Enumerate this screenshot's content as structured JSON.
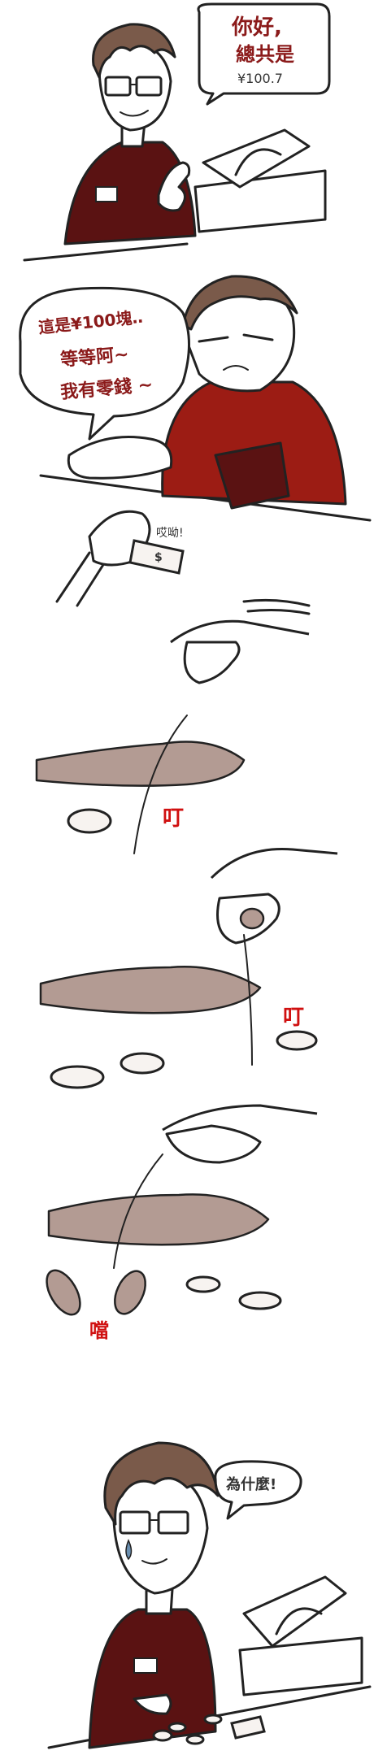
{
  "panel1": {
    "bubble_line1": "你好,",
    "bubble_line2": "總共是",
    "bubble_line3": "¥100.7"
  },
  "panel2": {
    "bubble_line1": "這是¥100塊‥",
    "bubble_line2": "等等阿~",
    "bubble_line3": "我有零錢 ~"
  },
  "panel3": {
    "exclaim": "哎呦!"
  },
  "sfx": {
    "ding1": "叮",
    "ding2": "叮",
    "dang": "噹"
  },
  "final_panel": {
    "bubble": "為什麼!"
  }
}
